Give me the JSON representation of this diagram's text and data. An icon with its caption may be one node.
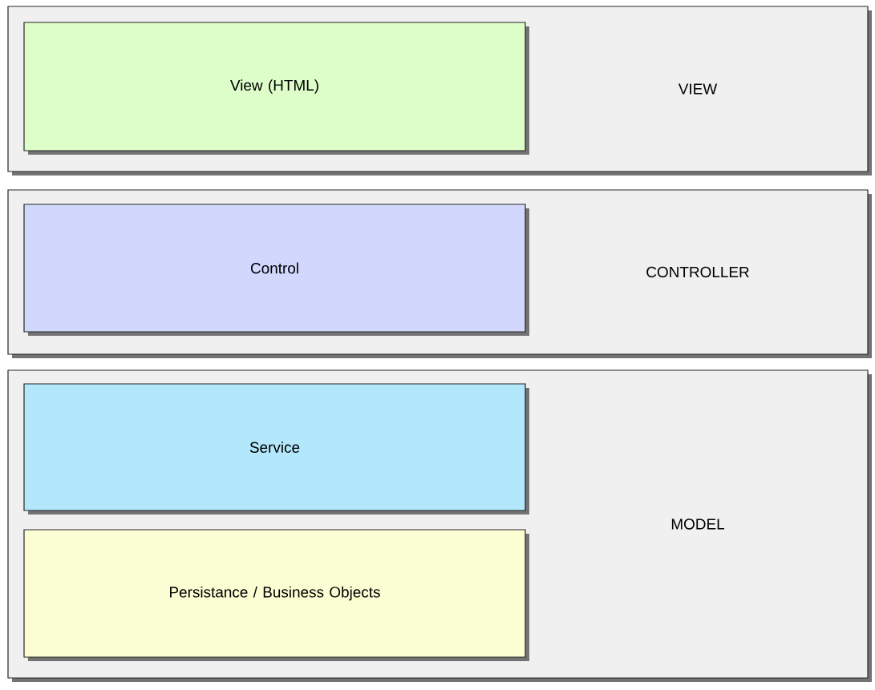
{
  "diagram": {
    "nodes": [
      {
        "text": [
          "VIEW"
        ]
      },
      {
        "text": [
          "View (HTML)"
        ],
        "in": 0
      },
      {
        "text": [
          "CONTROLLER"
        ]
      },
      {
        "text": [
          "Control"
        ],
        "in": 2
      },
      {
        "text": [
          "MODEL"
        ]
      },
      {
        "text": [
          "Service"
        ],
        "in": 4
      },
      {
        "text": [
          "Persistance / Business Objects"
        ],
        "in": 4
      }
    ]
  }
}
